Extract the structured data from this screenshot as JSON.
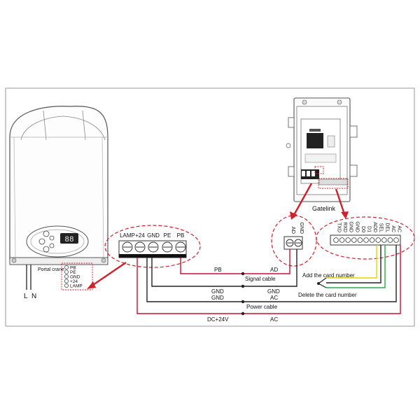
{
  "diagram": {
    "controller": {
      "name_label": "Portal crane",
      "terminal_labels": [
        "LAMP",
        "+24",
        "GND",
        "PE",
        "PB"
      ],
      "mini_terminal_labels": [
        "PB",
        "PE",
        "GND",
        "+24",
        "LAMP"
      ],
      "mains_labels": [
        "L",
        "N"
      ],
      "display_text": "88"
    },
    "gatelink": {
      "name_label": "Gatelink",
      "ad_terminal_labels": [
        "GND",
        "AD"
      ],
      "main_terminal_labels": [
        "AC",
        "AC",
        "DEL",
        "SEL",
        "ADD",
        "D1",
        "D0",
        "GND",
        "GND",
        "RXD",
        "TXD"
      ]
    },
    "wires": {
      "pb_left": "PB",
      "pb_right": "AD",
      "signal_cable": "Signal cable",
      "gnd1_left": "GND",
      "gnd1_right": "GND",
      "gnd2_left": "GND",
      "gnd2_right": "AC",
      "power_cable": "Power cable",
      "dc_left": "DC+24V",
      "dc_right": "AC"
    },
    "switch_labels": {
      "add": "Add the card number",
      "del": "Delete the card number"
    },
    "colors": {
      "wire_red": "#c8102e",
      "wire_dark": "#222222",
      "wire_yellow": "#e8d400",
      "wire_green": "#2aa84a",
      "dash_red": "#d0202a",
      "arrow_red": "#d0202a",
      "frame": "#999999"
    }
  }
}
